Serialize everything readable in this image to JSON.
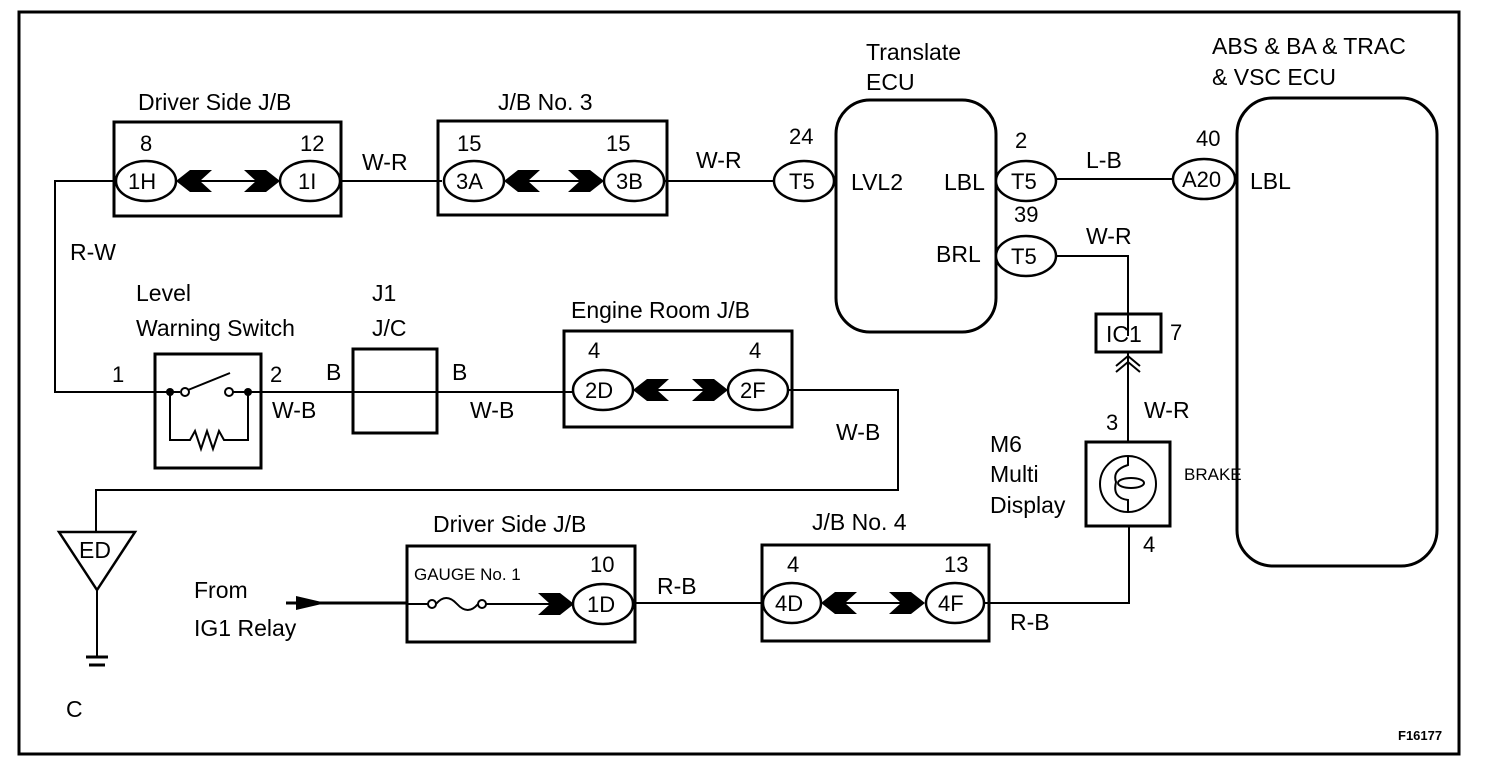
{
  "diagram": {
    "figure_id": "F16177",
    "components": {
      "driver_jb_top": {
        "title": "Driver Side J/B",
        "left_pin": "8",
        "left_conn": "1H",
        "right_pin": "12",
        "right_conn": "1I"
      },
      "jb3": {
        "title": "J/B No. 3",
        "left_pin": "15",
        "left_conn": "3A",
        "right_pin": "15",
        "right_conn": "3B"
      },
      "translate_ecu": {
        "title_line1": "Translate",
        "title_line2": "ECU",
        "in_pin": "24",
        "in_conn": "T5",
        "in_terminal": "LVL2",
        "out1_terminal": "LBL",
        "out1_pin": "2",
        "out1_conn": "T5",
        "out2_terminal": "BRL",
        "out2_pin": "39",
        "out2_conn": "T5"
      },
      "abs_ecu": {
        "title_line1": "ABS & BA & TRAC",
        "title_line2": "& VSC ECU",
        "pin": "40",
        "conn": "A20",
        "terminal": "LBL"
      },
      "level_switch": {
        "title_line1": "Level",
        "title_line2": "Warning Switch",
        "pin_left": "1",
        "pin_right": "2"
      },
      "j1": {
        "title_line1": "J1",
        "title_line2": "J/C",
        "left_label": "B",
        "right_label": "B"
      },
      "engine_jb": {
        "title": "Engine Room J/B",
        "left_pin": "4",
        "left_conn": "2D",
        "right_pin": "4",
        "right_conn": "2F"
      },
      "ic1": {
        "label": "IC1",
        "pin": "7"
      },
      "multi_display": {
        "line1": "M6",
        "line2": "Multi",
        "line3": "Display",
        "pin_top": "3",
        "pin_bottom": "4",
        "indicator": "BRAKE"
      },
      "ground": {
        "label": "ED",
        "ground_point": "C"
      },
      "ig1": {
        "line1": "From",
        "line2": "IG1 Relay"
      },
      "driver_jb_bottom": {
        "title": "Driver Side J/B",
        "fuse": "GAUGE No. 1",
        "pin": "10",
        "conn": "1D"
      },
      "jb4": {
        "title": "J/B No. 4",
        "left_pin": "4",
        "left_conn": "4D",
        "right_pin": "13",
        "right_conn": "4F"
      }
    },
    "wires": {
      "jb1_to_jb3": "W-R",
      "jb3_to_ecu": "W-R",
      "switch_to_jb1": "R-W",
      "ecu_to_abs": "L-B",
      "brl_to_ic1": "W-R",
      "switch_to_j1": "W-B",
      "j1_to_engine": "W-B",
      "engine_to_ground": "W-B",
      "ic1_to_display": "W-R",
      "jb1d_to_jb4": "R-B",
      "jb4_to_display": "R-B"
    }
  }
}
